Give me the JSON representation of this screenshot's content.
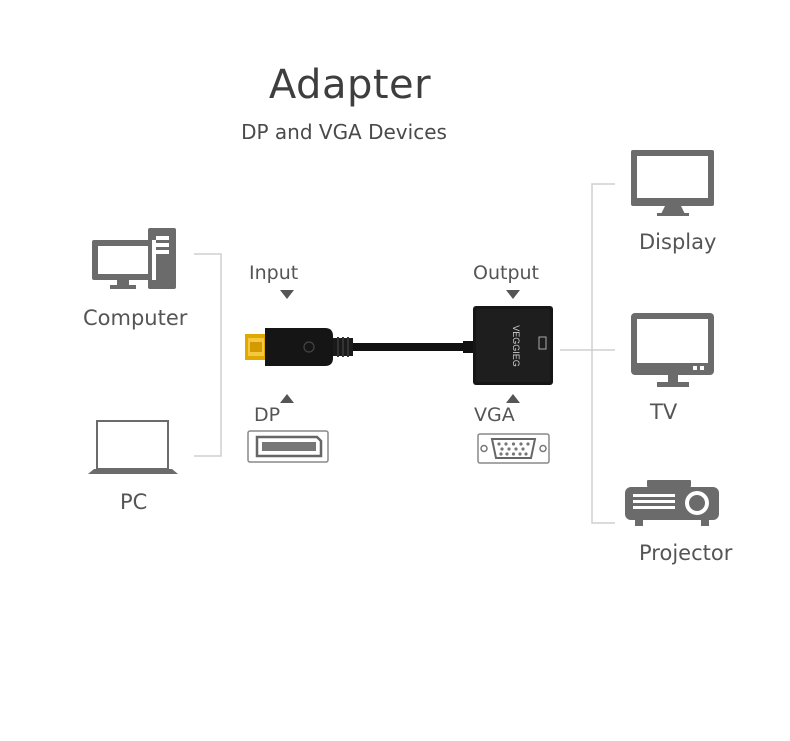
{
  "header": {
    "title": "Adapter",
    "subtitle": "DP and VGA Devices"
  },
  "sources": {
    "computer": "Computer",
    "pc": "PC"
  },
  "adapter": {
    "input_label": "Input",
    "output_label": "Output",
    "dp_label": "DP",
    "vga_label": "VGA",
    "brand_text": "VEGGIEG"
  },
  "outputs": {
    "display": "Display",
    "tv": "TV",
    "projector": "Projector"
  },
  "colors": {
    "icon_gray": "#6b6b6b",
    "line_gray": "#cfcfcf",
    "connector_gold": "#e0a800",
    "cable_black": "#111111"
  }
}
